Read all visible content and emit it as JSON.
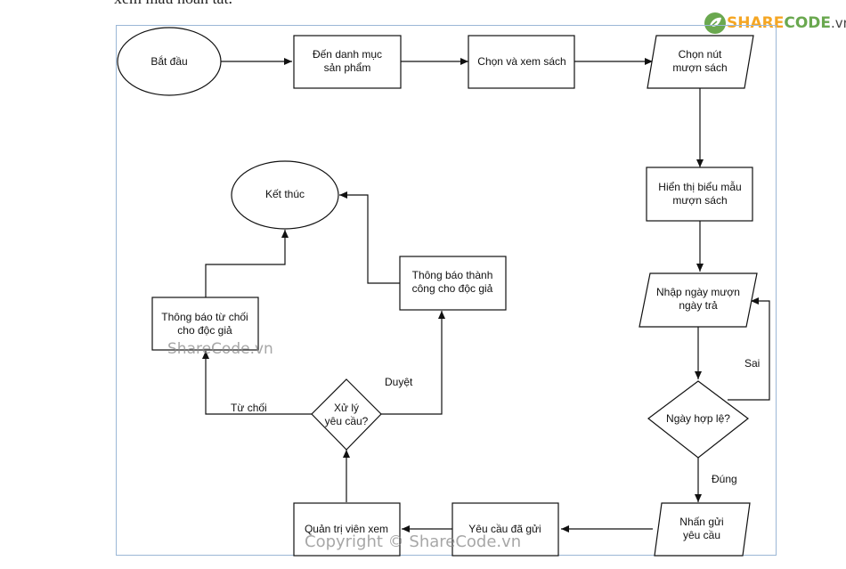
{
  "header": {
    "partial_text": "xem mẫu hoàn tất."
  },
  "logo": {
    "brand": "SHARE",
    "rest": "CODE",
    "domain": ".vn"
  },
  "watermarks": {
    "middle": "ShareCode.vn",
    "bottom": "Copyright © ShareCode.vn"
  },
  "nodes": {
    "start": [
      "Bắt đầu"
    ],
    "catalog": [
      "Đến danh mục",
      "sản phẩm"
    ],
    "select_book": [
      "Chọn và xem sách"
    ],
    "borrow_button": [
      "Chọn nút",
      "mượn sách"
    ],
    "show_form": [
      "Hiển thị biểu mẫu",
      "mượn sách"
    ],
    "enter_dates": [
      "Nhập ngày mượn",
      "ngày trả"
    ],
    "valid_date": [
      "Ngày hợp lệ?"
    ],
    "submit": [
      "Nhấn gửi",
      "yêu cầu"
    ],
    "request_sent": [
      "Yêu cầu đã gửi"
    ],
    "admin_view": [
      "Quản trị viên xem"
    ],
    "process": [
      "Xử lý",
      "yêu cầu?"
    ],
    "notify_reject": [
      "Thông báo từ chối",
      "cho độc giả"
    ],
    "notify_success": [
      "Thông báo thành",
      "công cho độc giả"
    ],
    "end": [
      "Kết thúc"
    ]
  },
  "edges": {
    "false_label": "Sai",
    "true_label": "Đúng",
    "approve_label": "Duyệt",
    "reject_label": "Từ chối"
  }
}
